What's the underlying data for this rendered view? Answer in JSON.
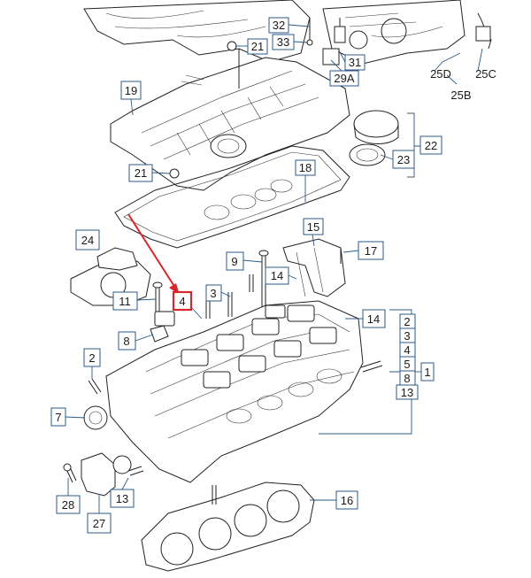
{
  "colors": {
    "label_border": "#2b5a86",
    "highlight": "#d9262b",
    "line": "#222222"
  },
  "labels": {
    "l32": "32",
    "l33": "33",
    "l21a": "21",
    "l31": "31",
    "l29a": "29A",
    "l25d": "25D",
    "l25c": "25C",
    "l25b": "25B",
    "l19": "19",
    "l22": "22",
    "l23": "23",
    "l21b": "21",
    "l18": "18",
    "l15": "15",
    "l17": "17",
    "l24": "24",
    "l9": "9",
    "l14a": "14",
    "l3": "3",
    "l11": "11",
    "l4": "4",
    "l14b": "14",
    "l8": "8",
    "l2a": "2",
    "g2": "2",
    "g3": "3",
    "g4": "4",
    "g5": "5",
    "g8": "8",
    "g13": "13",
    "g1": "1",
    "l7": "7",
    "l28": "28",
    "l13": "13",
    "l16": "16",
    "l27": "27"
  }
}
